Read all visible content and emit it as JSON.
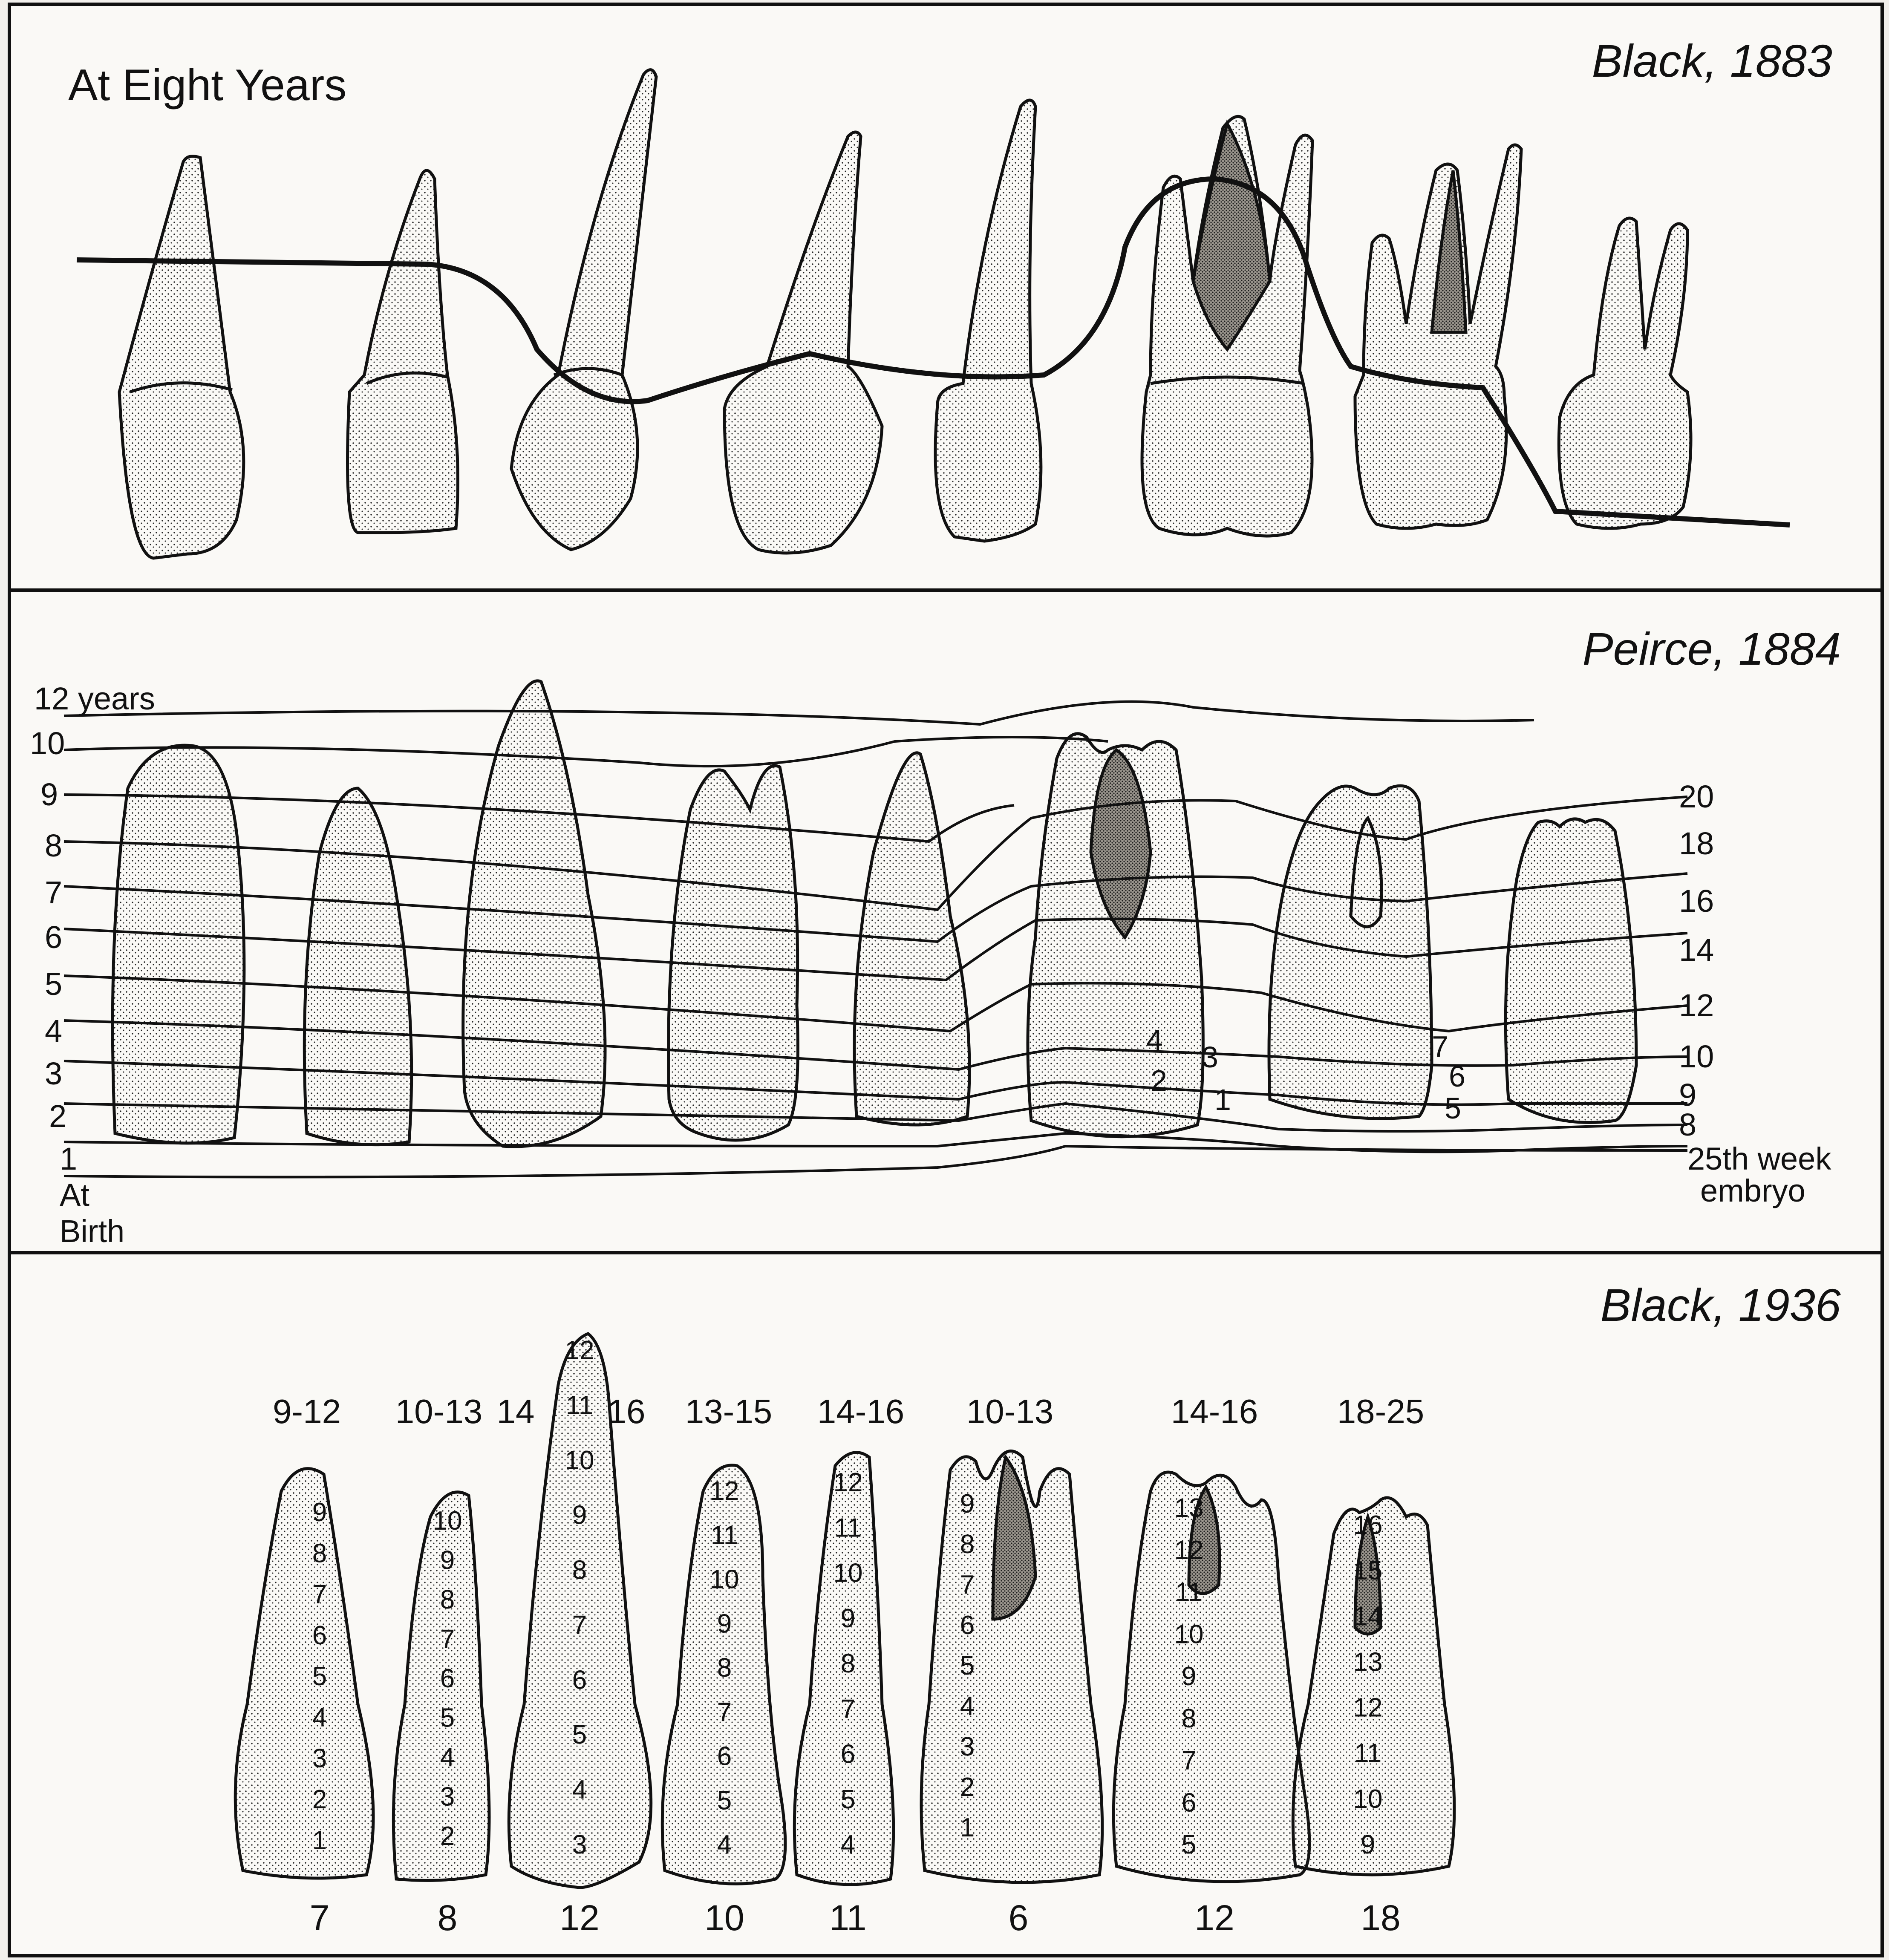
{
  "panels": {
    "black1883": {
      "caption": "At Eight Years",
      "citation": "Black, 1883"
    },
    "peirce1884": {
      "citation": "Peirce, 1884",
      "left_labels": {
        "twelve_years": "12 years",
        "years": [
          "10",
          "9",
          "8",
          "7",
          "6",
          "5",
          "4",
          "3",
          "2",
          "1"
        ],
        "at": "At",
        "birth": "Birth"
      },
      "molar1_labels": [
        "4",
        "3",
        "2",
        "1"
      ],
      "molar2_labels": [
        "7",
        "6",
        "5"
      ],
      "right_labels": [
        "20",
        "18",
        "16",
        "14",
        "12",
        "10",
        "9",
        "8"
      ],
      "week_label": "25th week",
      "embryo_label": "embryo"
    },
    "black1936": {
      "citation": "Black, 1936",
      "teeth": [
        {
          "range": "9-12",
          "bottom": "7",
          "marks": [
            "9",
            "8",
            "7",
            "6",
            "5",
            "4",
            "3",
            "2",
            "1"
          ]
        },
        {
          "range": "10-13",
          "bottom": "8",
          "marks": [
            "10",
            "9",
            "8",
            "7",
            "6",
            "5",
            "4",
            "3",
            "2"
          ]
        },
        {
          "range": "14",
          "range2": "16",
          "bottom": "12",
          "marks": [
            "12",
            "11",
            "10",
            "9",
            "8",
            "7",
            "6",
            "5",
            "4",
            "3"
          ]
        },
        {
          "range": "13-15",
          "bottom": "10",
          "marks": [
            "12",
            "11",
            "10",
            "9",
            "8",
            "7",
            "6",
            "5",
            "4"
          ]
        },
        {
          "range": "14-16",
          "bottom": "11",
          "marks": [
            "12",
            "11",
            "10",
            "9",
            "8",
            "7",
            "6",
            "5",
            "4"
          ]
        },
        {
          "range": "10-13",
          "bottom": "6",
          "marks": [
            "9",
            "8",
            "7",
            "6",
            "5",
            "4",
            "3",
            "2",
            "1"
          ]
        },
        {
          "range": "14-16",
          "bottom": "12",
          "marks": [
            "13",
            "12",
            "11",
            "10",
            "9",
            "8",
            "7",
            "6",
            "5"
          ]
        },
        {
          "range": "18-25",
          "bottom": "18",
          "marks": [
            "16",
            "15",
            "14",
            "13",
            "12",
            "11",
            "10",
            "9"
          ]
        }
      ]
    }
  }
}
